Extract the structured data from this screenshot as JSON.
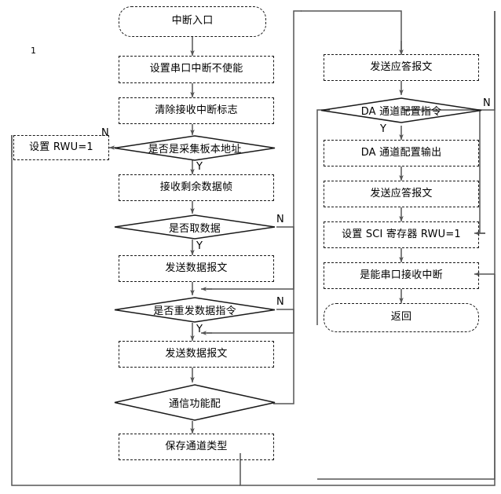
{
  "figure": {
    "number": "1"
  },
  "nodes": {
    "interrupt_entry": "中断入口",
    "disable_serial_int": "设置串口中断不使能",
    "clear_rx_flag": "清除接收中断标志",
    "is_local_addr": "是否是采集板本地址",
    "set_rwu": "设置 RWU=1",
    "recv_remaining": "接收剩余数据帧",
    "is_fetch_data": "是否取数据",
    "send_data_msg_1": "发送数据报文",
    "is_resend_cmd": "是否重发数据指令",
    "send_data_msg_2": "发送数据报文",
    "comm_func_config": "通信功能配",
    "save_channel_type": "保存通道类型",
    "send_ack_msg_1": "发送应答报文",
    "da_config_cmd": "DA 通道配置指令",
    "da_config_output": "DA 通道配置输出",
    "send_ack_msg_2": "发送应答报文",
    "set_sci_rwu": "设置 SCI 寄存器 RWU=1",
    "enable_serial_rx_int": "是能串口接收中断",
    "return": "返回"
  },
  "edge_labels": {
    "local_addr_no": "N",
    "local_addr_yes": "Y",
    "fetch_data_no": "N",
    "fetch_data_yes": "Y",
    "resend_no": "N",
    "resend_yes": "Y",
    "da_no": "N",
    "da_yes": "Y"
  },
  "colors": {
    "stroke": "#1a1a1a",
    "wire": "#555555",
    "background": "#ffffff"
  }
}
